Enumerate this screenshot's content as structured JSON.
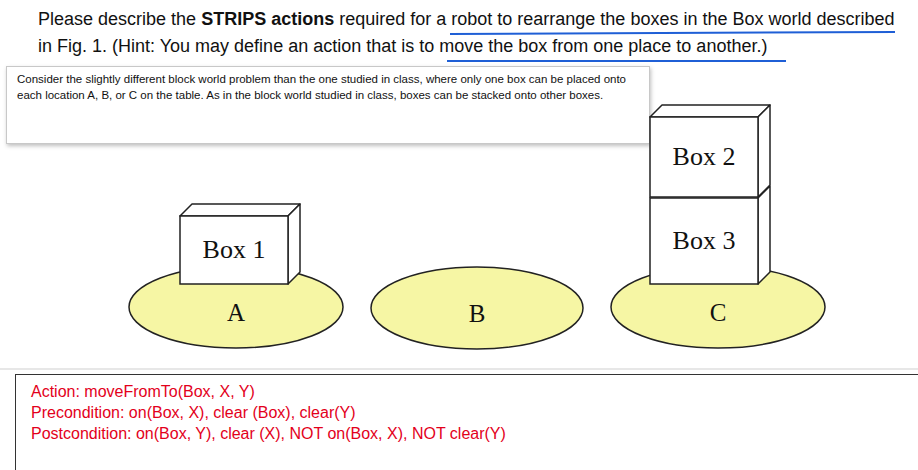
{
  "diagram": {
    "nodes": [
      {
        "text": [
          "Consider the slightly different block world problem than the one studied in class, where only one box can be placed onto each location A, B, or C on the table. As in the block world studied in class, boxes can be stacked onto other boxes."
        ]
      },
      {
        "text": [
          "Box 1"
        ]
      },
      {
        "text": [
          "Box 2"
        ]
      },
      {
        "text": [
          "Box 3"
        ]
      },
      {
        "text": [
          "A"
        ]
      },
      {
        "text": [
          "B"
        ]
      },
      {
        "text": [
          "C"
        ]
      },
      {
        "text": [
          "Action: moveFromTo(Box, X, Y)",
          "Precondition: on(Box, X), clear (Box), clear(Y)",
          "Postcondition: on(Box, Y), clear (X), NOT on(Box, X), NOT clear(Y)"
        ]
      }
    ],
    "labels": [
      "Please describe the",
      "STRIPS actions",
      "required for a robot to rearrange the boxes in the Box world described in Fig. 1. (Hint: You may define an action that is to move the box from one place to another.)"
    ]
  }
}
